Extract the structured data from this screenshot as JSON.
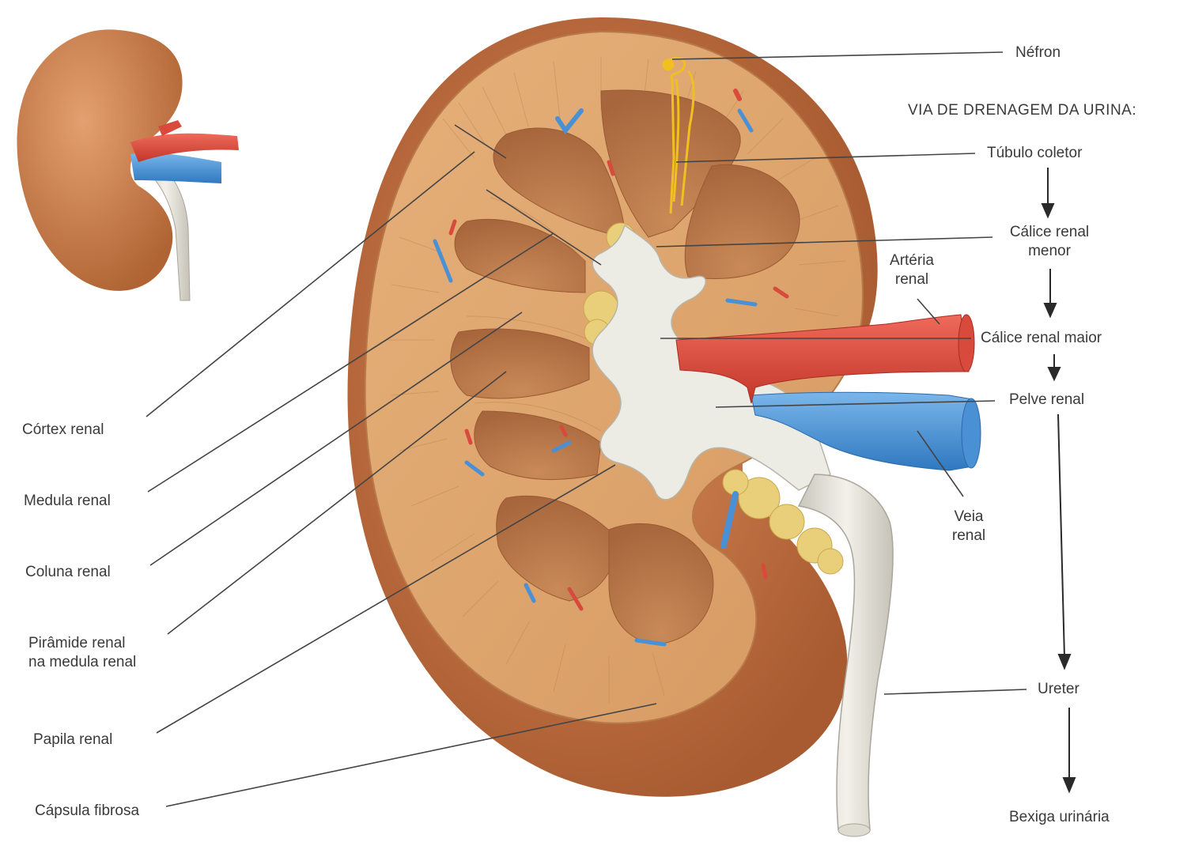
{
  "labels": {
    "nefron": "Néfron",
    "via_drenagem": "VIA DE DRENAGEM DA URINA:",
    "tubulo_coletor": "Túbulo coletor",
    "calice_menor_1": "Cálice renal",
    "calice_menor_2": "menor",
    "arteria_1": "Artéria",
    "arteria_2": "renal",
    "calice_maior": "Cálice renal maior",
    "pelve": "Pelve renal",
    "veia_1": "Veia",
    "veia_2": "renal",
    "ureter": "Ureter",
    "bexiga": "Bexiga urinária",
    "cortex": "Córtex renal",
    "medula": "Medula renal",
    "coluna": "Coluna renal",
    "piramide_1": "Pirâmide renal",
    "piramide_2": "na medula renal",
    "papila": "Papila renal",
    "capsula": "Cápsula fibrosa"
  },
  "colors": {
    "cortex": "#d9a06a",
    "medulla": "#b9764a",
    "capsule": "#c4784a",
    "pelvis": "#e8e6e0",
    "artery": "#d84a3c",
    "vein": "#4a90d4",
    "fat": "#e9cf7a",
    "nephron": "#f0c020",
    "leader": "#444444"
  }
}
